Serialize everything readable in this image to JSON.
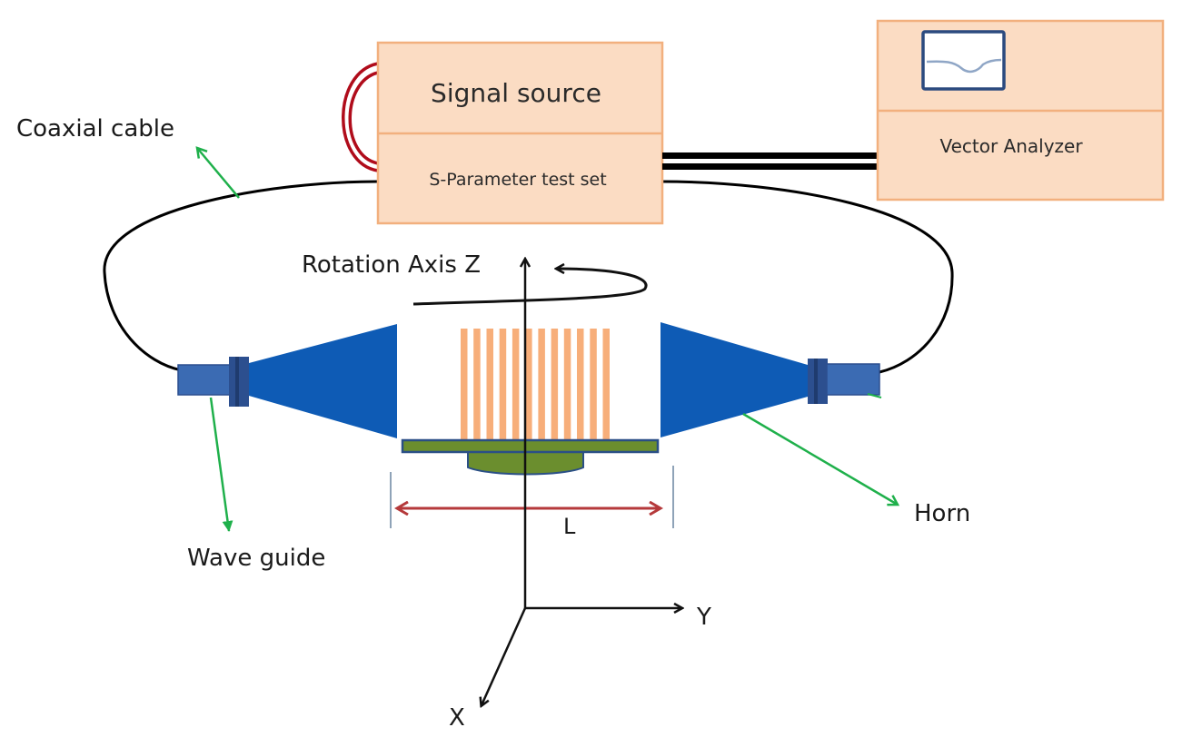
{
  "diagram": {
    "title": "",
    "components": {
      "signal_source": {
        "label": "Signal source"
      },
      "s_parameter_test_set": {
        "label": "S-Parameter test set"
      },
      "vector_analyzer": {
        "label": "Vector Analyzer",
        "icon": "waveform-display-icon"
      },
      "sample": {
        "slat_count": 12
      }
    },
    "labels": {
      "coaxial_cable": "Coaxial cable",
      "rotation_axis": "Rotation Axis Z",
      "wave_guide": "Wave guide",
      "horn": "Horn",
      "length": "L",
      "axis_x": "X",
      "axis_y": "Y"
    },
    "colors": {
      "box_fill": "#fbdcc3",
      "box_stroke": "#f2b07e",
      "horn_blue": "#0e5bb5",
      "waveguide_blue": "#3b6bb3",
      "flange_blue": "#2c4f8f",
      "slat_orange": "#f7ae7a",
      "base_green": "#6b8e2e",
      "base_outline": "#2a4f86",
      "loop_red": "#b00c1b",
      "pointer_green": "#1fb04b",
      "dimension_red": "#b5393b",
      "cable_black": "#000000"
    }
  }
}
